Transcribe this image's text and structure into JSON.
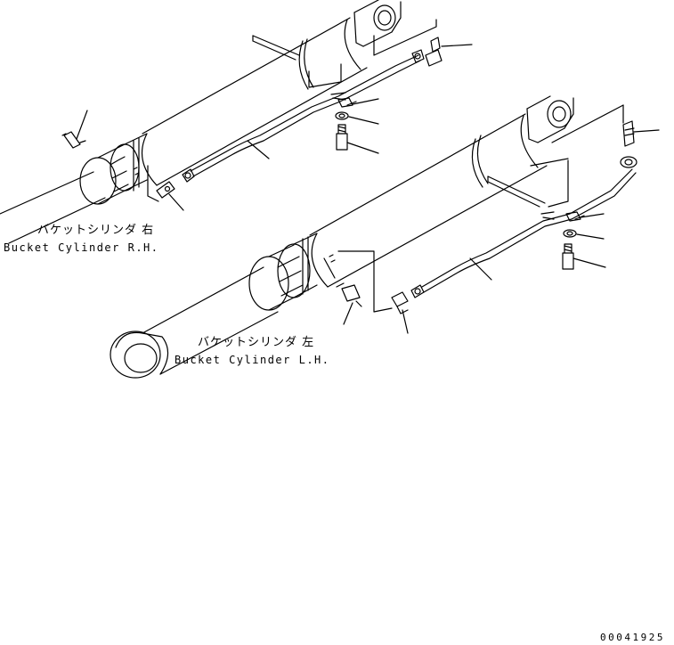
{
  "labels": {
    "rh_jp": "バケットシリンダ 右",
    "rh_en": "Bucket Cylinder R.H.",
    "lh_jp": "バケットシリンダ 左",
    "lh_en": "Bucket Cylinder L.H."
  },
  "drawing_code": "00041925",
  "colors": {
    "line": "#000000",
    "background": "#ffffff"
  }
}
